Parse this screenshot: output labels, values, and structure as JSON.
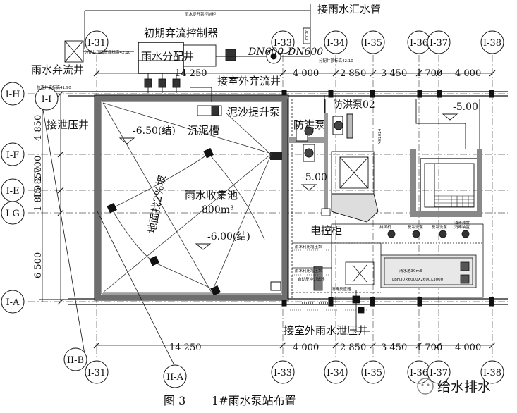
{
  "axes": {
    "top": [
      "I-31",
      "I-33",
      "I-34",
      "I-35",
      "I-36",
      "I-37",
      "I-38"
    ],
    "bottom": [
      "I-31",
      "I-33",
      "I-34",
      "I-35",
      "I-36",
      "I-37",
      "I-38"
    ],
    "bottom_extra": [
      "II-B",
      "II-A"
    ],
    "left": [
      "I-H",
      "I-I",
      "I-F",
      "I-E",
      "I-G",
      "I-A"
    ]
  },
  "dims": {
    "top_spans": [
      "14 250",
      "4 000",
      "2 850",
      "3 450",
      "1 700",
      "4 000"
    ],
    "bottom_spans": [
      "14 250",
      "4 000",
      "2 850",
      "3 450",
      "1 700",
      "4 000"
    ],
    "left_spans": [
      "4 850",
      "2 700",
      "1 800",
      "6 500"
    ],
    "left_total": "15 850"
  },
  "labels": {
    "overflow_well": "雨水弃流井",
    "first_flush_controller": "初期弃流控制器",
    "diversion_well": "雨水分配井",
    "collector_pipe": "接雨水汇水管",
    "dn_a": "DN600",
    "dn_b": "DN600",
    "outdoor_overflow_well": "接室外弃流井",
    "relief_well": "接泄压井",
    "level_a": "-6.50(结)",
    "sludge_tank": "沉泥槽",
    "sludge_pump": "泥沙提升泵",
    "flood_pump": "防洪泵",
    "flood_pump_02": "防洪泵02",
    "level_b": "-5.00",
    "level_c": "-5.00",
    "level_d": "-6.00(结)",
    "slope": "地面找2%坡",
    "pool": "雨水收集池",
    "volume": "800m³",
    "control_cabinet": "电控柜",
    "outdoor_relief_well": "接室外雨水泄压井",
    "pipe_note_1": "分配井顶面管底标高42.10",
    "pipe_note_2": "检查井底标高41.90",
    "pipe_note_3": "分配井顶标高42.10",
    "small_top": "雨水提升泵控制柜",
    "vert_tag_1": "UC020",
    "vert_tag_2": "M02024",
    "eq_1": "排风机",
    "eq_2": "反冲洗泵",
    "eq_3": "反冲洗泵",
    "eq_4": "消毒装置",
    "eq_5": "消毒装置",
    "eq_6": "雨水利用增压泵",
    "eq_7": "雨水利用增压泵",
    "eq_8": "自动反冲过滤器",
    "eq_9": "清水池30m3",
    "eq_10": "LBH30×6000X2600X3000",
    "eq_11": "消毒反应器"
  },
  "caption": {
    "fig": "图 3",
    "title": "1#雨水泵站布置"
  },
  "watermark": "给水排水"
}
